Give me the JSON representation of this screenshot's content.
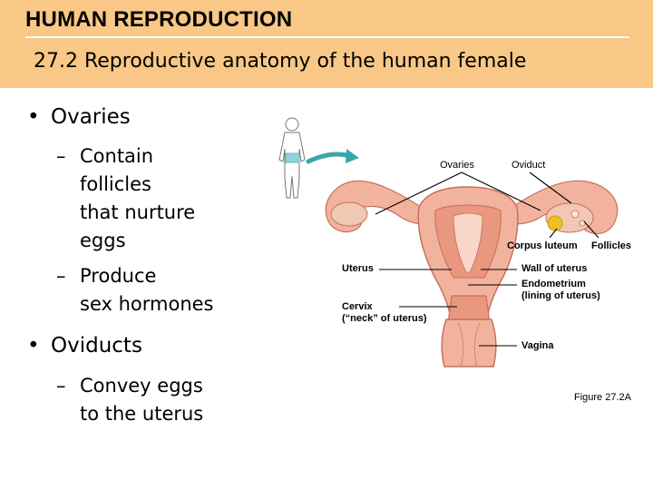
{
  "header": {
    "title": "HUMAN REPRODUCTION",
    "subtitle": "27.2  Reproductive anatomy of the human female"
  },
  "bullets": [
    {
      "label": "Ovaries",
      "items": [
        {
          "lines": [
            "Contain",
            "follicles",
            "that nurture",
            "eggs"
          ]
        },
        {
          "lines": [
            "Produce",
            "sex hormones"
          ]
        }
      ]
    },
    {
      "label": "Oviducts",
      "items": [
        {
          "lines": [
            "Convey eggs",
            "to the uterus"
          ]
        }
      ]
    }
  ],
  "figure": {
    "labels": {
      "ovaries": "Ovaries",
      "oviduct": "Oviduct",
      "corpus_luteum": "Corpus luteum",
      "follicles": "Follicles",
      "uterus": "Uterus",
      "wall_of_uterus": "Wall of uterus",
      "endometrium": "Endometrium",
      "endometrium_note": "(lining of uterus)",
      "cervix": "Cervix",
      "cervix_note": "(“neck” of uterus)",
      "vagina": "Vagina"
    },
    "caption": "Figure 27.2A"
  },
  "colors": {
    "header_bg": "#f9c886",
    "tissue": "#f2b39e",
    "tissue_dark": "#d9826e",
    "pointer_arrow": "#3aa6a8",
    "corpus_luteum": "#f0c020"
  }
}
